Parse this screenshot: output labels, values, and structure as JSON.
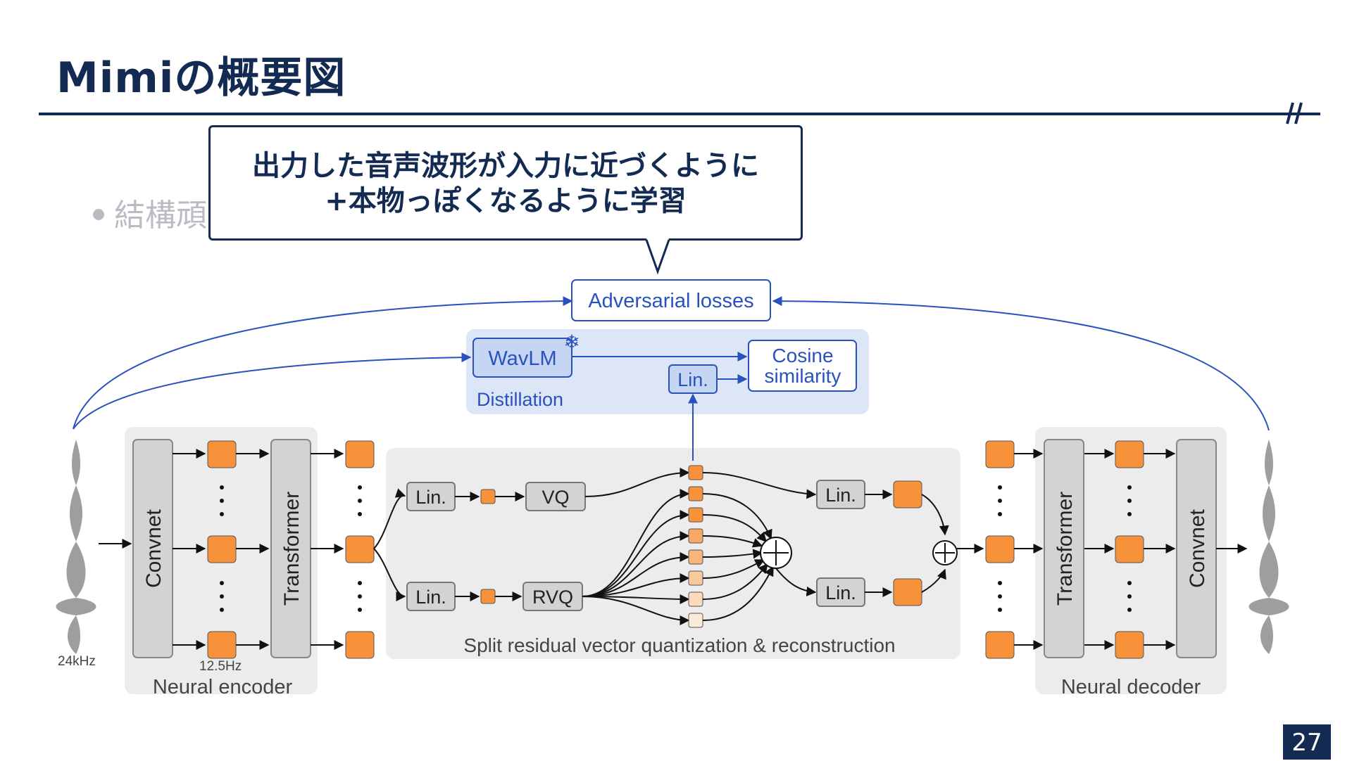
{
  "slide": {
    "title": "Mimiの概要図",
    "bullet_partial": "結構頑",
    "callout_line1": "出力した音声波形が入力に近づくように",
    "callout_line2": "+本物っぽくなるように学習",
    "page_number": "27"
  },
  "diagram": {
    "adversarial": "Adversarial losses",
    "wavlm": "WavLM",
    "distillation": "Distillation",
    "cosine1": "Cosine",
    "cosine2": "similarity",
    "lin": "Lin.",
    "vq": "VQ",
    "rvq": "RVQ",
    "convnet": "Convnet",
    "transformer": "Transformer",
    "neural_encoder": "Neural encoder",
    "neural_decoder": "Neural decoder",
    "split_caption": "Split residual vector quantization & reconstruction",
    "rate_in": "24kHz",
    "rate_latent": "12.5Hz",
    "snowflake": "❄",
    "colors": {
      "orange": "#f7923a",
      "light_orange": "#f9c89b",
      "blue": "#2a52be",
      "gray_box": "#d3d3d3",
      "panel": "#ececec"
    }
  }
}
